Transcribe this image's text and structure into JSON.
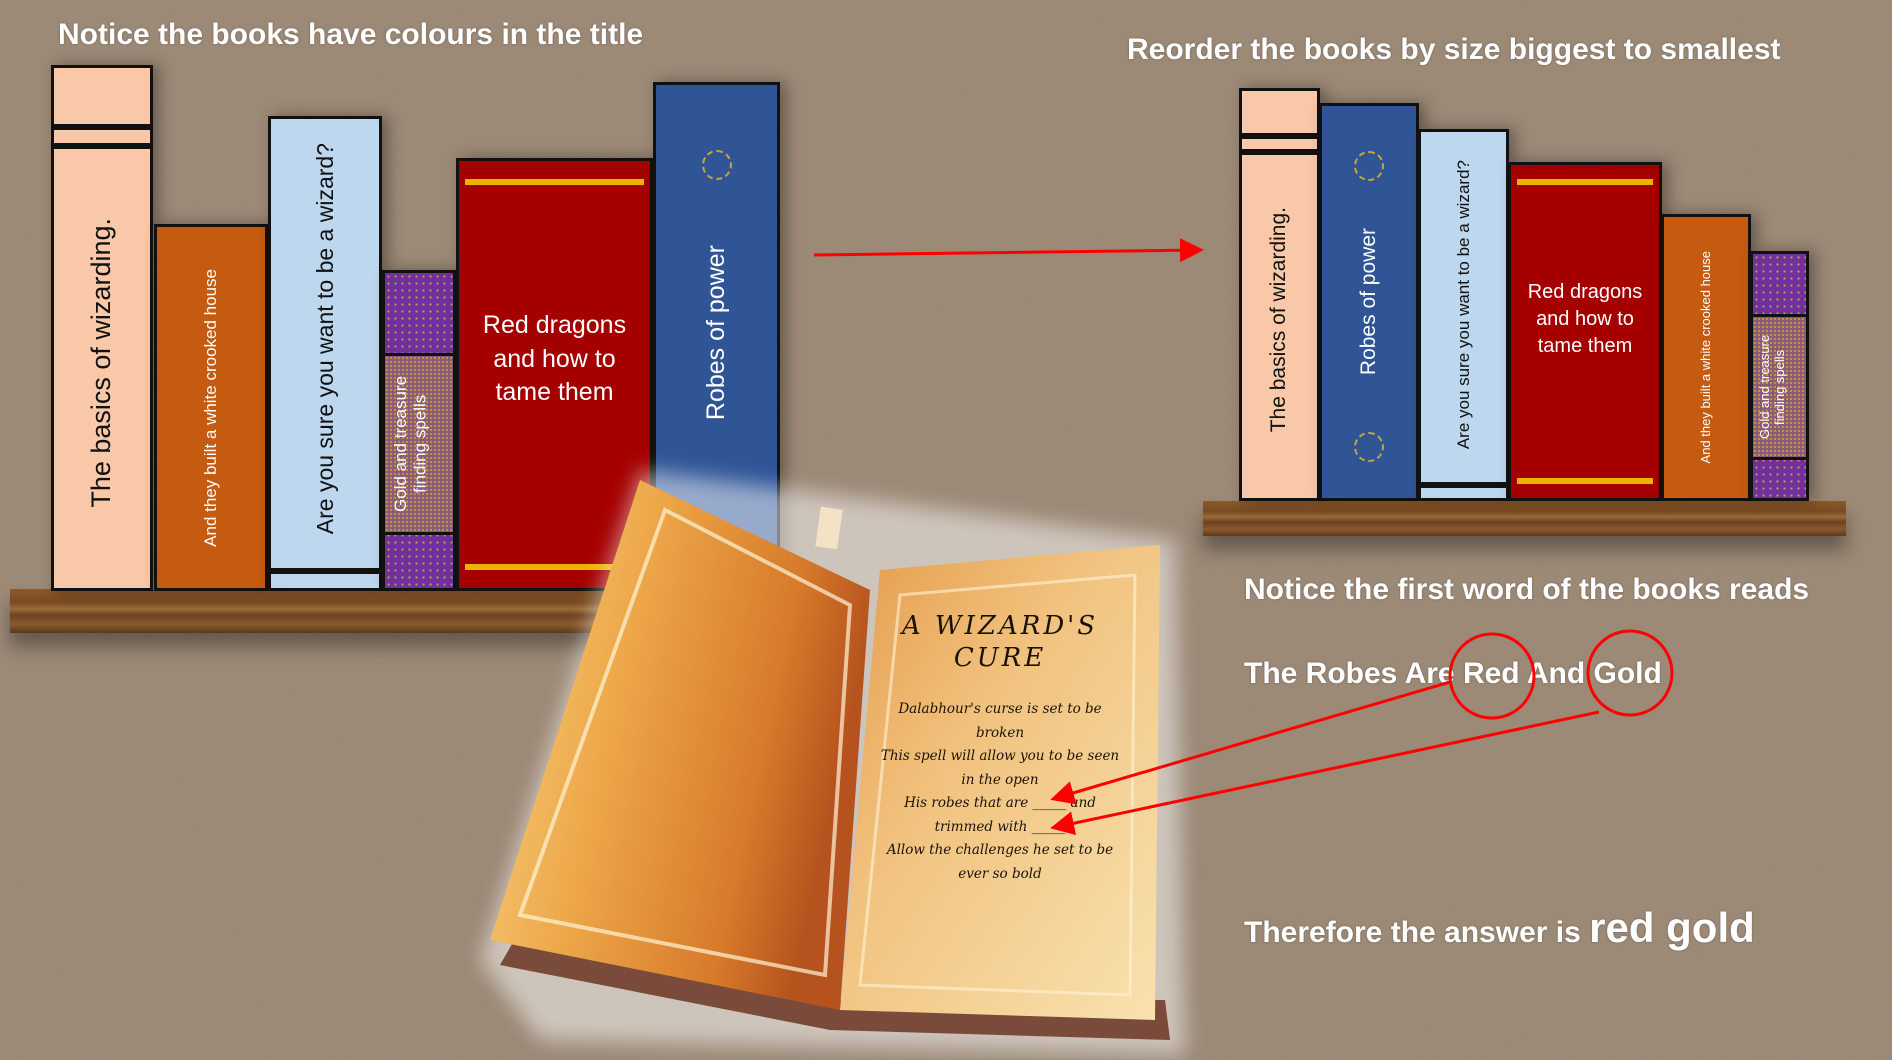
{
  "captions": {
    "top_left": "Notice the books have colours in the title",
    "top_right": "Reorder the books by size biggest to smallest",
    "first_word": "Notice the first word of the books reads",
    "sentence": [
      "The Robes Are ",
      "Red",
      " And ",
      "Gold"
    ],
    "answer_prefix": "Therefore the answer is ",
    "answer": "red gold"
  },
  "books": {
    "basics": "The basics of wizarding.",
    "crooked_house": "And they built a white crooked house",
    "are_you_sure": "Are you sure you want to be a wizard?",
    "gold_treasure": "Gold and treasure finding spells",
    "red_dragons": "Red dragons and how to tame them",
    "robes": "Robes of power"
  },
  "colors": {
    "peach": "#f8c8a8",
    "orange": "#c55a11",
    "lightblue": "#bdd7ee",
    "purple": "#7030a0",
    "red": "#a50000",
    "blue": "#2f5597",
    "arrow": "#ff0000"
  },
  "spellbook": {
    "title_line1": "A WIZARD'S",
    "title_line2": "CURE",
    "lines": [
      "Dalabhour's curse is set to be",
      "broken",
      "This spell will allow you to be seen",
      "in the open",
      "His robes that are _____ and",
      "trimmed with _____",
      "Allow the challenges he set to be",
      "ever so bold"
    ]
  }
}
